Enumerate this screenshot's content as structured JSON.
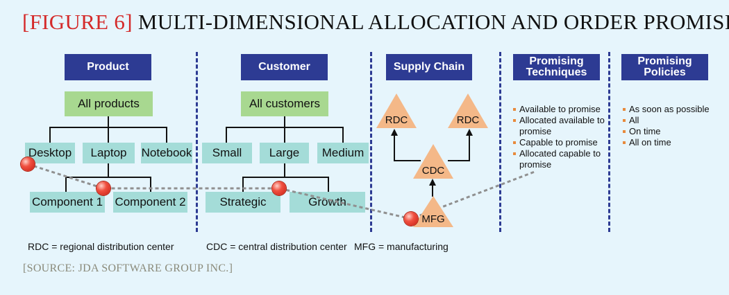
{
  "title": {
    "figure": "[FIGURE 6]",
    "text": "MULTI-DIMENSIONAL ALLOCATION AND ORDER PROMISING"
  },
  "headers": {
    "product": "Product",
    "customer": "Customer",
    "supply_chain": "Supply Chain",
    "promising_techniques": "Promising Techniques",
    "promising_policies": "Promising Policies"
  },
  "product": {
    "root": "All products",
    "level1": [
      "Desktop",
      "Laptop",
      "Notebook"
    ],
    "level2": [
      "Component 1",
      "Component 2"
    ]
  },
  "customer": {
    "root": "All customers",
    "level1": [
      "Small",
      "Large",
      "Medium"
    ],
    "level2": [
      "Strategic",
      "Growth"
    ]
  },
  "supply_chain": {
    "rdc_left": "RDC",
    "rdc_right": "RDC",
    "cdc": "CDC",
    "mfg": "MFG"
  },
  "techniques": [
    "Available to promise",
    "Allocated available to promise",
    "Capable to promise",
    "Allocated capable to promise"
  ],
  "policies": [
    "As soon as possible",
    "All",
    "On time",
    "All on time"
  ],
  "legend": {
    "rdc": "RDC = regional distribution center",
    "cdc": "CDC = central distribution center",
    "mfg": "MFG = manufacturing"
  },
  "source": "[SOURCE: JDA SOFTWARE GROUP INC.]",
  "colors": {
    "header_blue": "#2d3b93",
    "root_green": "#a8d890",
    "node_teal": "#a4dcd8",
    "triangle_orange": "#f4b888",
    "marker_red": "#e23a2a",
    "background": "#e6f5fc",
    "figure_red": "#d42a2a"
  }
}
